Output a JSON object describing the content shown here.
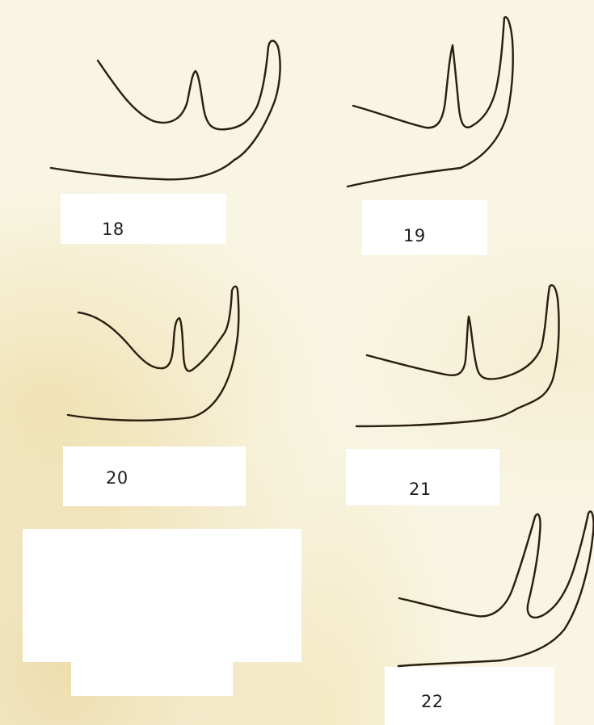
{
  "figures": [
    {
      "id": "fig-18",
      "label": "18"
    },
    {
      "id": "fig-19",
      "label": "19"
    },
    {
      "id": "fig-20",
      "label": "20"
    },
    {
      "id": "fig-21",
      "label": "21"
    },
    {
      "id": "fig-22",
      "label": "22"
    }
  ],
  "colors": {
    "paper": "#f8f5e3",
    "ink": "#2a1e10",
    "label_background": "#ffffff"
  }
}
